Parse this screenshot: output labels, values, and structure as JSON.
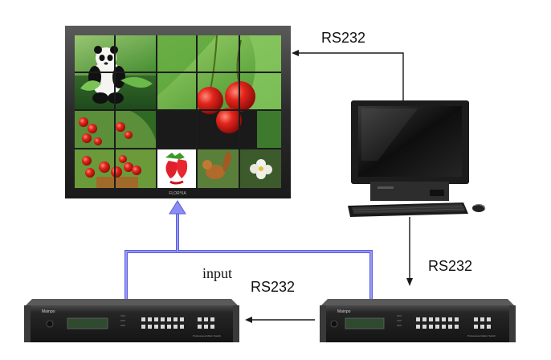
{
  "labels": {
    "rs232_top": "RS232",
    "rs232_right": "RS232",
    "rs232_bottom": "RS232",
    "input": "input"
  },
  "wall": {
    "brand": "FLORYIA",
    "tiles": [
      "panda",
      "leaves",
      "cherries",
      "cherries",
      "panda",
      "leaves",
      "cherries",
      "cherries",
      "cherries-small",
      "cherries-small",
      "cherries",
      "cherries",
      "cherries-basket",
      "cherries-basket",
      "strawberries",
      "squirrel-flower"
    ]
  },
  "devices": {
    "left_brand": "Mainpo",
    "right_brand": "Mainpo",
    "panel_caption": "Professional Matrix Switch"
  },
  "colors": {
    "arrow": "#1a1a1a",
    "signal": "#8a8cf0",
    "signal_edge": "#5a5ce0",
    "frame": "#2b2b2b"
  }
}
